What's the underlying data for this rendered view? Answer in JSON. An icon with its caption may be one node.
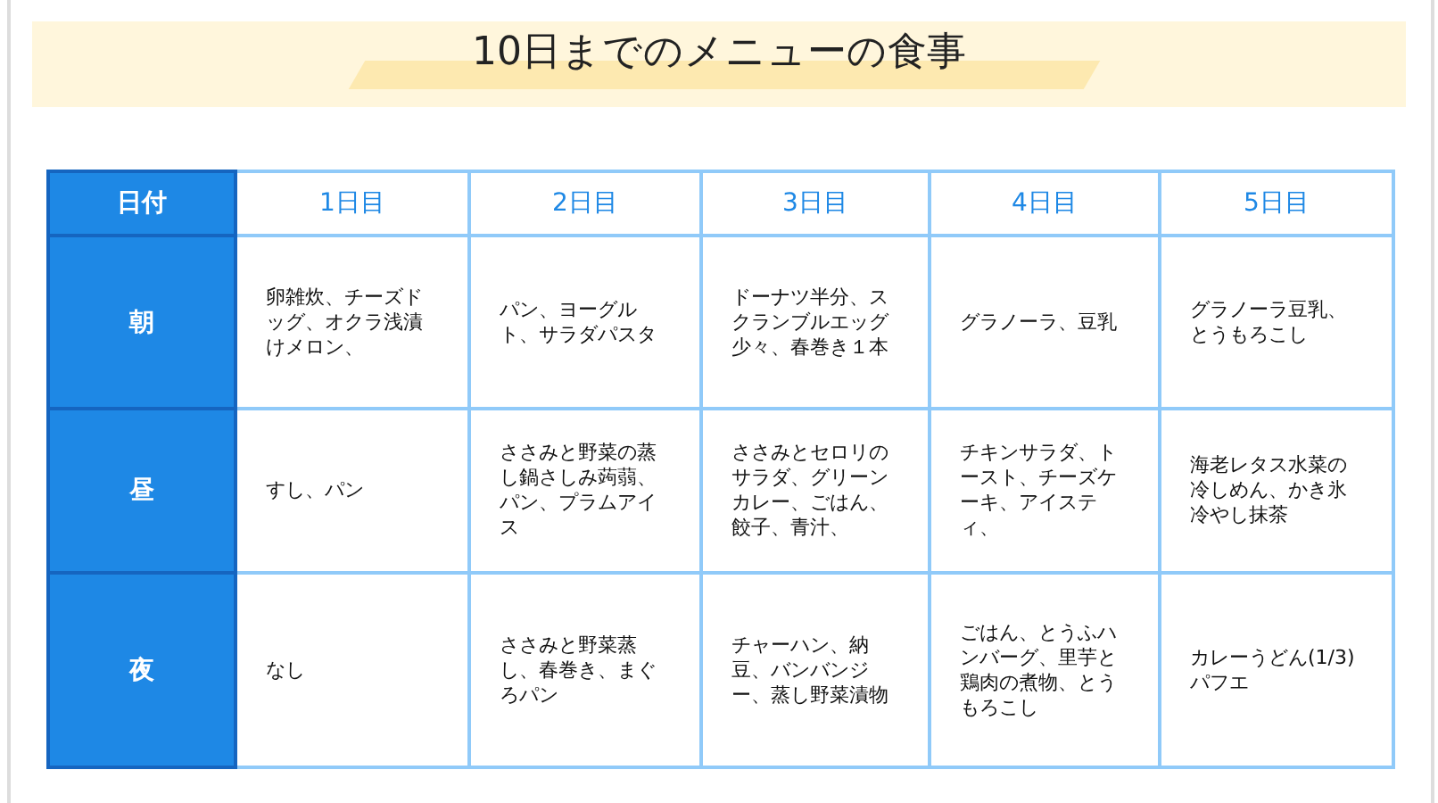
{
  "diagram": {
    "title": "10日までのメニューの食事",
    "labels": [
      "日付",
      "1日目",
      "2日目",
      "3日目",
      "4日目",
      "5日目",
      "朝",
      "卵雑炊、チーズドッグ、オクラ浅漬けメロン、",
      "パン、ヨーグルト、サラダパスタ",
      "ドーナツ半分、スクランブルエッグ少々、春巻き１本",
      "グラノーラ、豆乳",
      "グラノーラ豆乳、とうもろこし",
      "昼",
      "すし、パン",
      "ささみと野菜の蒸し鍋さしみ蒟蒻、パン、プラムアイス",
      "ささみとセロリのサラダ、グリーンカレー、ごはん、餃子、青汁、",
      "チキンサラダ、トースト、チーズケーキ、アイスティ、",
      "海老レタス水菜の冷しめん、かき氷冷やし抹茶",
      "夜",
      "なし",
      "ささみと野菜蒸し、春巻き、まぐろパン",
      "チャーハン、納豆、バンバンジー、蒸し野菜漬物",
      "ごはん、とうふハンバーグ、里芋と鶏肉の煮物、とうもろこし",
      "カレーうどん(1/3)パフエ"
    ]
  }
}
